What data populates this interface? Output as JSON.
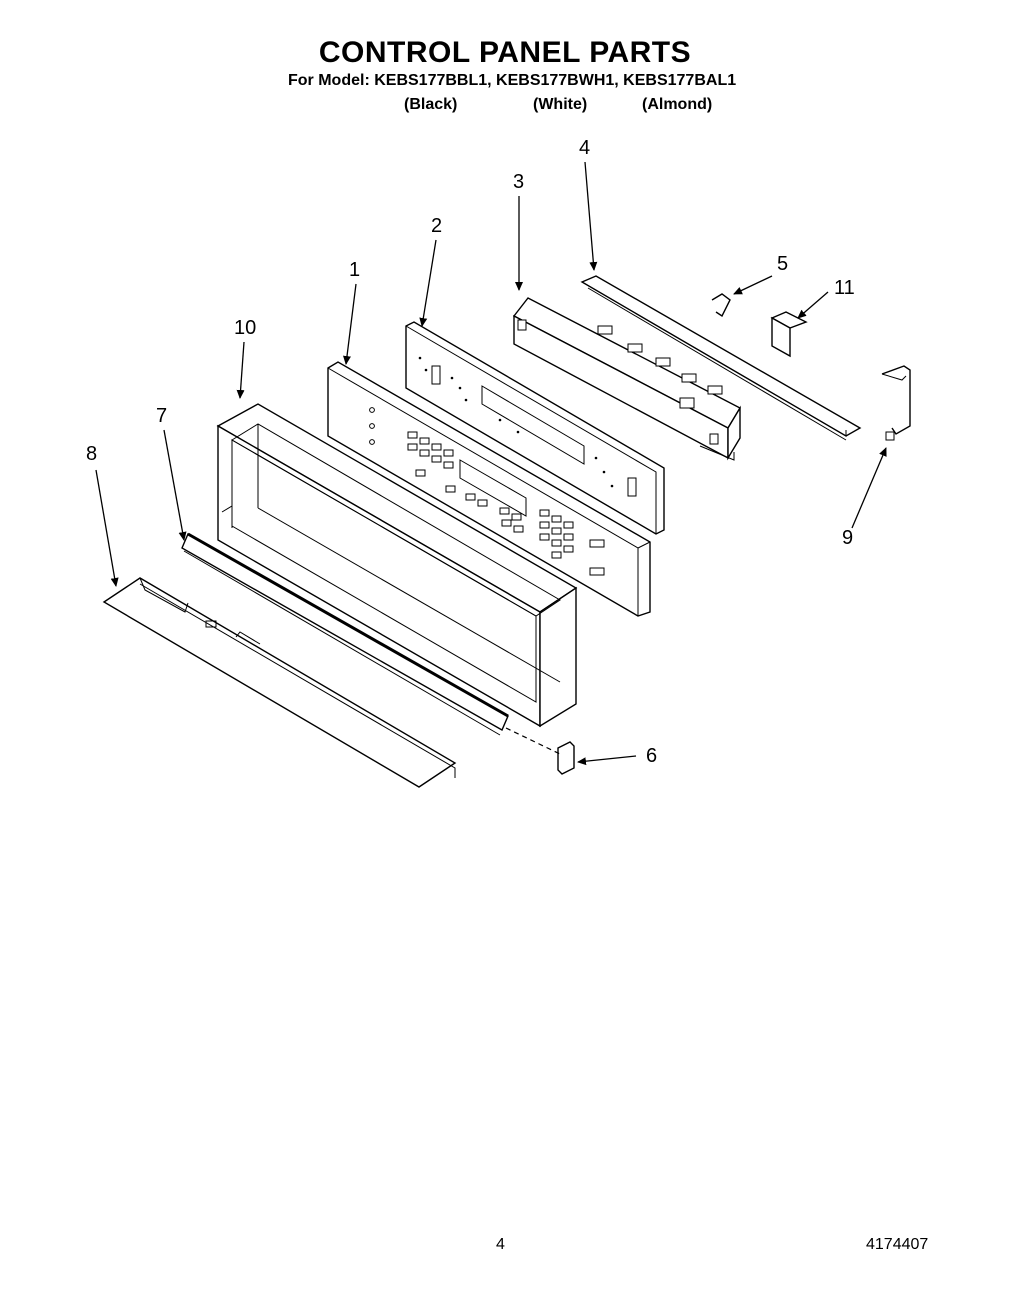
{
  "header": {
    "title": "CONTROL PANEL PARTS",
    "models_line": "For Model: KEBS177BBL1, KEBS177BWH1, KEBS177BAL1",
    "colors": [
      "(Black)",
      "(White)",
      "(Almond)"
    ]
  },
  "callouts": [
    "1",
    "2",
    "3",
    "4",
    "5",
    "6",
    "7",
    "8",
    "9",
    "10",
    "11"
  ],
  "footer": {
    "page_number": "4",
    "doc_number": "4174407"
  }
}
